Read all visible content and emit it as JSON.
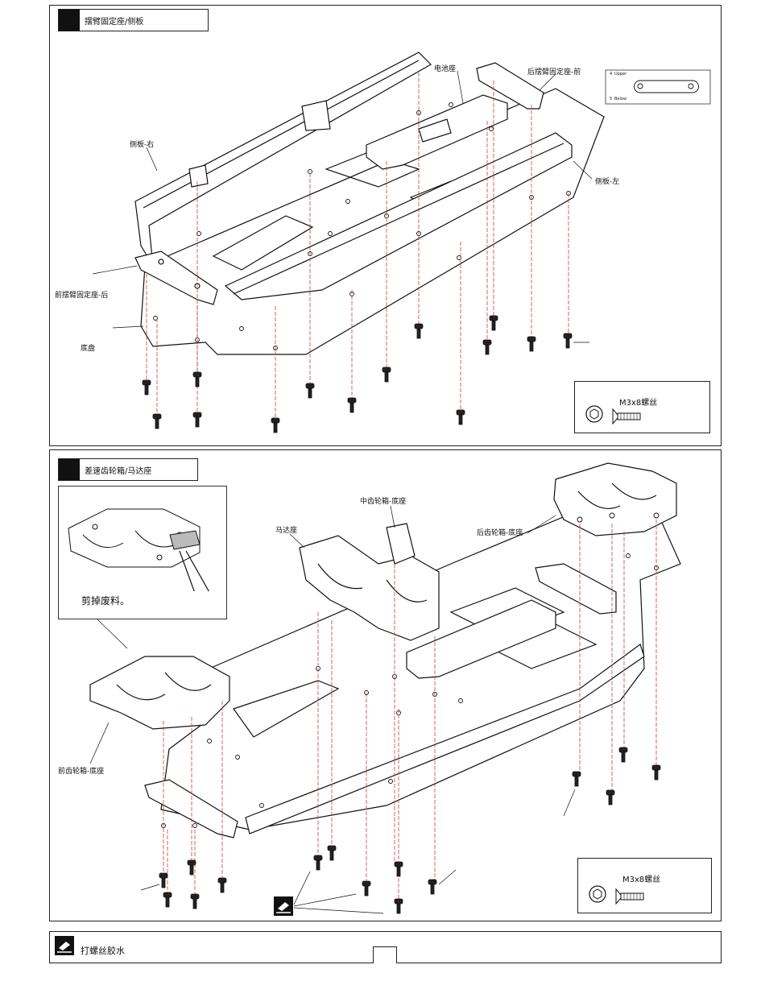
{
  "section1": {
    "title": "摆臂固定座/侧板",
    "labels": {
      "battery_mount": "电池座",
      "rear_arm_mount_front": "后摆臂固定座-前",
      "side_plate_right": "侧板-右",
      "side_plate_left": "侧板-左",
      "front_arm_mount_rear": "前摆臂固定座-后",
      "chassis": "底盘",
      "detail_upper": "Upper",
      "detail_lower": "Below",
      "detail_num_upper": "4",
      "detail_num_lower": "5"
    },
    "legend": {
      "screw": "M3x8螺丝"
    }
  },
  "section2": {
    "title": "差速齿轮箱/马达座",
    "labels": {
      "center_gearbox_base": "中齿轮箱-底座",
      "motor_mount": "马达座",
      "rear_gearbox_base": "后齿轮箱-底座",
      "front_gearbox_base": "前齿轮箱-底座"
    },
    "inset_caption": "剪掉废料。",
    "legend": {
      "screw": "M3x8螺丝"
    }
  },
  "footer": {
    "note": "打螺丝胶水"
  },
  "colors": {
    "line": "#111111",
    "guide": "#d23a3a",
    "fill": "#ffffff"
  }
}
